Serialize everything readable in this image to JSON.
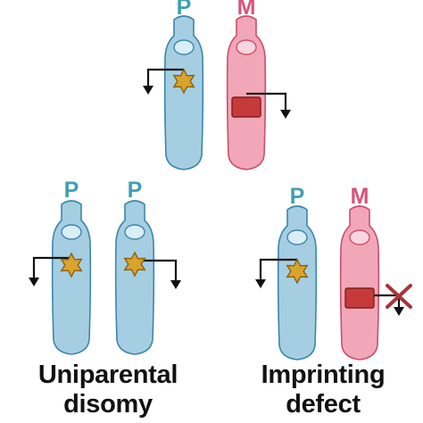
{
  "colors": {
    "paternal_label": "#3fa0b5",
    "maternal_label": "#d8527b",
    "paternal_fill": "#a6cee3",
    "paternal_stroke": "#3c87a8",
    "maternal_fill": "#f2a7b8",
    "maternal_stroke": "#c9506c",
    "imprint_mark": "#d9a32e",
    "imprint_mark_stroke": "#8a6210",
    "maternal_box": "#c63a3a",
    "maternal_box_stroke": "#7e1e1e",
    "blocked_x": "#a8343a",
    "caption": "#111111"
  },
  "icons": {
    "paternal_mark": "star-icon",
    "maternal_mark": "box-icon",
    "expression": "arrow-down-icon",
    "blocked": "cross-icon"
  },
  "panels": {
    "normal": {
      "paternal_label": "P",
      "maternal_label": "M"
    },
    "uniparental": {
      "left_label": "P",
      "right_label": "P",
      "caption_line1": "Uniparental",
      "caption_line2": "disomy"
    },
    "imprinting": {
      "paternal_label": "P",
      "maternal_label": "M",
      "caption_line1": "Imprinting",
      "caption_line2": "defect"
    }
  }
}
